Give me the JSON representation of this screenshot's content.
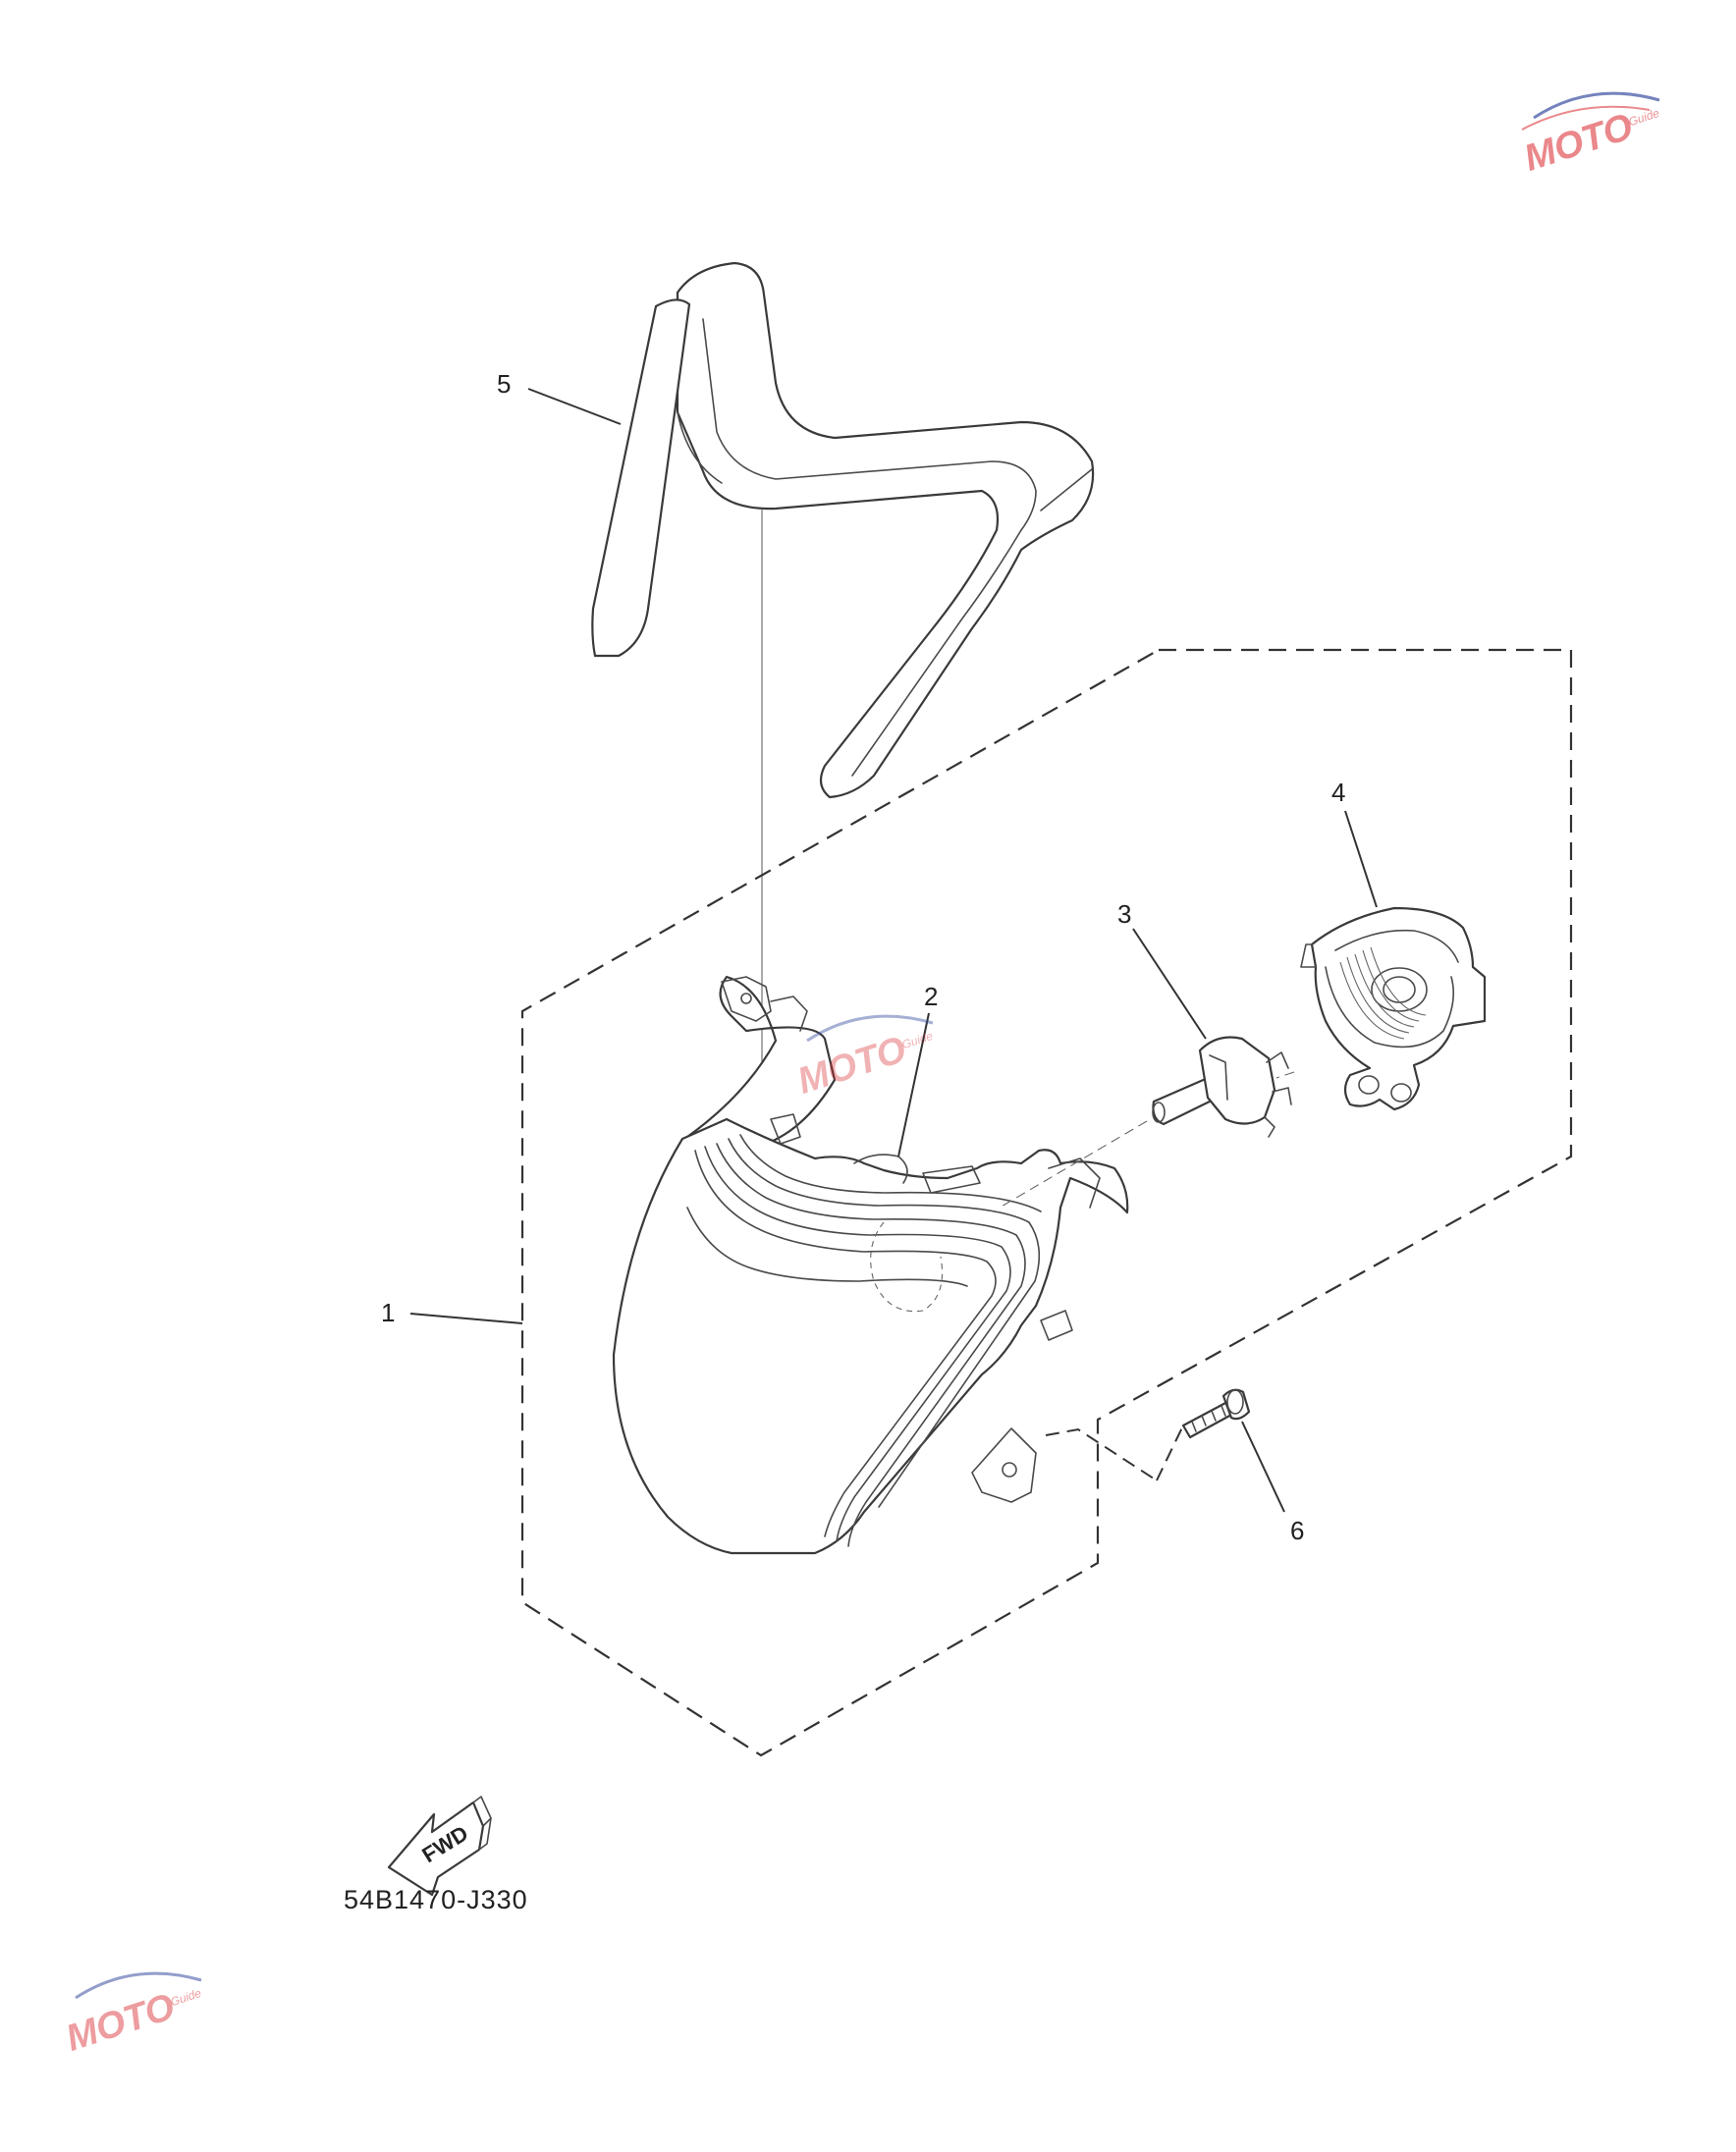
{
  "diagram": {
    "callouts": [
      {
        "id": "1",
        "label": "1"
      },
      {
        "id": "2",
        "label": "2"
      },
      {
        "id": "3",
        "label": "3"
      },
      {
        "id": "4",
        "label": "4"
      },
      {
        "id": "5",
        "label": "5"
      },
      {
        "id": "6",
        "label": "6"
      }
    ],
    "fwd_label": "FWD",
    "diagram_code": "54B1470-J330",
    "watermark": {
      "brand": "MOTO",
      "sub": "Guide"
    },
    "colors": {
      "line": "#3a3a3a",
      "watermark_red": "#d9262c",
      "watermark_blue": "#3a4fa0"
    },
    "icons": [
      "fwd-arrow-icon",
      "moto-guide-logo-icon"
    ]
  }
}
